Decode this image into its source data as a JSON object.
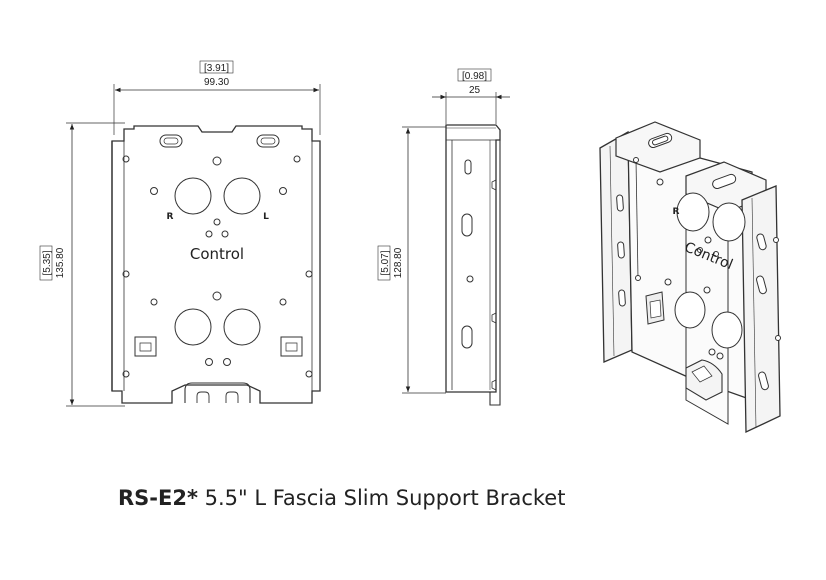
{
  "caption": {
    "model": "RS-E2*",
    "description": " 5.5\" L Fascia Slim Support Bracket"
  },
  "front_view": {
    "width_in": "[3.91]",
    "width_mm": "99.30",
    "height_in": "[5.35]",
    "height_mm": "135.80",
    "label_control": "Control",
    "label_r": "R",
    "label_l": "L"
  },
  "side_view": {
    "depth_in": "[0.98]",
    "depth_mm": "25",
    "height_in": "[5.07]",
    "height_mm": "128.80"
  },
  "iso_view": {
    "label_control": "Control",
    "label_r": "R"
  }
}
